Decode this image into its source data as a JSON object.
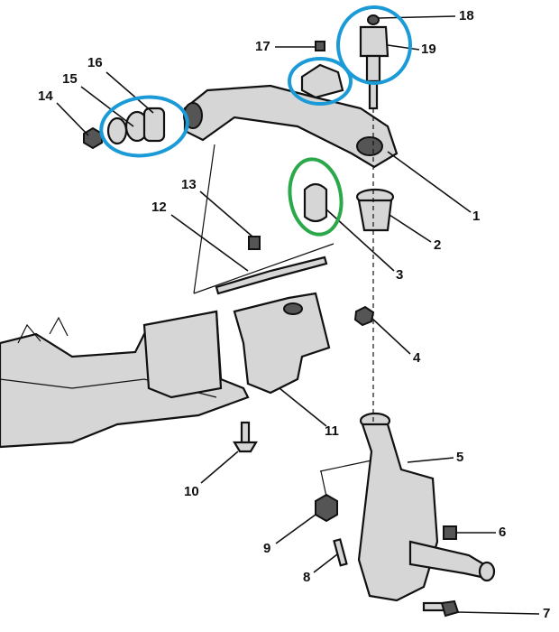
{
  "title": "Front suspension exploded view",
  "callouts": [
    "1",
    "2",
    "3",
    "4",
    "5",
    "6",
    "7",
    "8",
    "9",
    "10",
    "11",
    "12",
    "13",
    "14",
    "15",
    "16",
    "17",
    "18",
    "19"
  ],
  "highlight_colors": {
    "blue": "#1a9ad6",
    "green": "#2aa84a"
  }
}
